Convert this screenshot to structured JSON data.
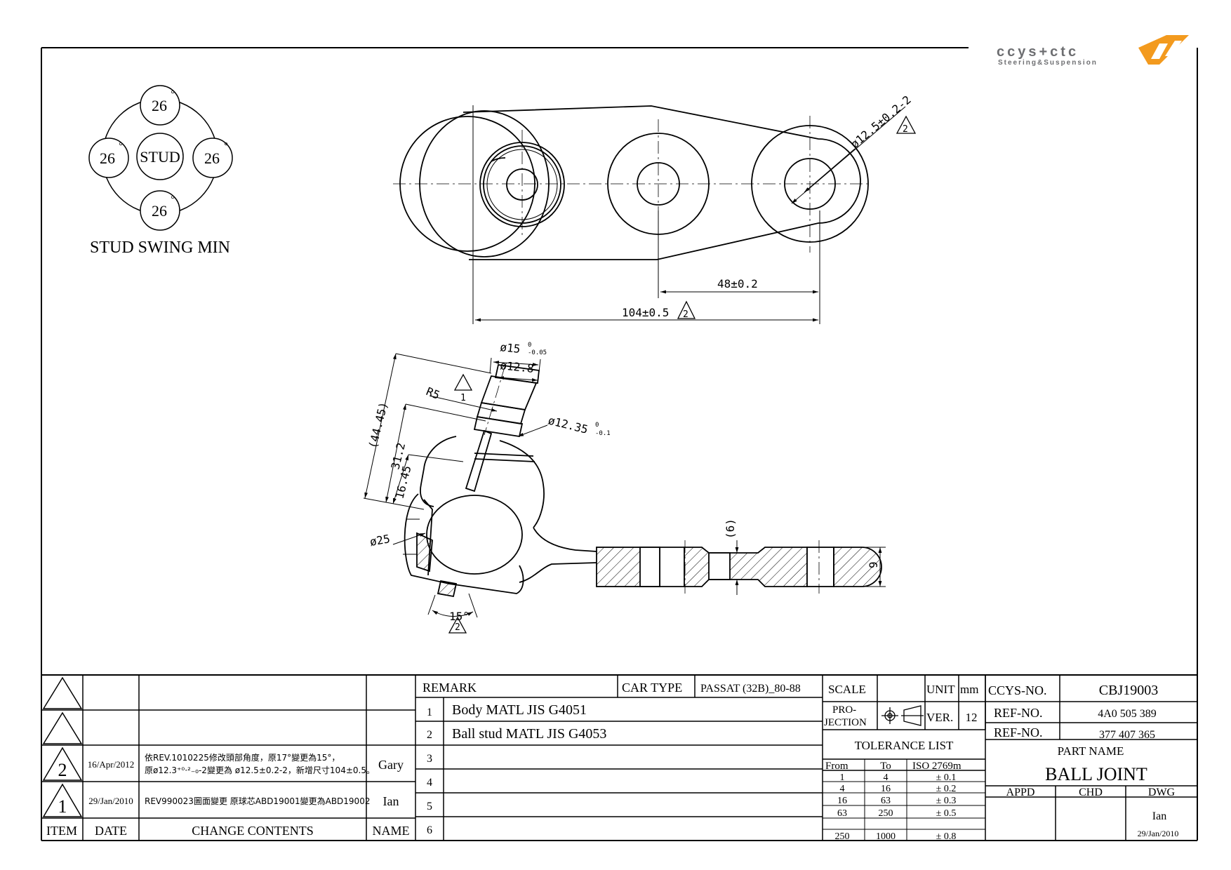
{
  "logo": {
    "brand": "ccys+ctc",
    "tagline": "Steering&Suspension",
    "accent_color": "#f39a1e"
  },
  "stud_swing": {
    "title": "STUD SWING MIN",
    "center": "STUD",
    "top": "26",
    "left": "26",
    "right": "26",
    "bottom": "26",
    "deg": "°"
  },
  "top_view": {
    "dia_hole": "ø12.5±0.2-2",
    "dim_48": "48±0.2",
    "dim_104": "104±0.5",
    "rev_mark": "2"
  },
  "side_view": {
    "dia15": "ø15",
    "dia15_tol_upper": "0",
    "dia15_tol_lower": "-0.05",
    "dia12_8": "ø12.8",
    "r5": "R5",
    "r5_rev": "1",
    "dia12_35": "ø12.35",
    "dia12_35_tol_upper": "0",
    "dia12_35_tol_lower": "-0.1",
    "dim_44_45": "(44.45)",
    "dim_31_2": "31.2",
    "dim_16_45": "16.45",
    "dia25": "ø25",
    "dim_6": "(6)",
    "dim_9": "9",
    "angle15": "15°",
    "angle_rev": "2"
  },
  "revision_table": {
    "headers": {
      "item": "ITEM",
      "date": "DATE",
      "contents": "CHANGE CONTENTS",
      "name": "NAME"
    },
    "rows": [
      {
        "item": "",
        "date": "",
        "contents_1": "",
        "contents_2": "",
        "name": ""
      },
      {
        "item": "",
        "date": "",
        "contents_1": "",
        "contents_2": "",
        "name": ""
      },
      {
        "item": "2",
        "date": "16/Apr/2012",
        "contents_1": "依REV.1010225修改頭部角度，原17°變更為15°，",
        "contents_2": "原ø12.3⁺⁰·²₋₀-2變更為 ø12.5±0.2-2，新增尺寸104±0.5。",
        "name": "Gary"
      },
      {
        "item": "1",
        "date": "29/Jan/2010",
        "contents_1": "REV990023圖面變更 原球芯ABD19001變更為ABD19002",
        "contents_2": "",
        "name": "Ian"
      }
    ]
  },
  "remark": {
    "label": "REMARK",
    "car_type_label": "CAR TYPE",
    "car_type": "PASSAT (32B)_80-88",
    "rows": [
      {
        "no": "1",
        "text": "Body MATL JIS G4051"
      },
      {
        "no": "2",
        "text": "Ball stud MATL JIS G4053"
      },
      {
        "no": "3",
        "text": ""
      },
      {
        "no": "4",
        "text": ""
      },
      {
        "no": "5",
        "text": ""
      },
      {
        "no": "6",
        "text": ""
      }
    ]
  },
  "spec": {
    "scale_label": "SCALE",
    "scale": "",
    "unit_label": "UNIT",
    "unit": "mm",
    "projection_label_1": "PRO-",
    "projection_label_2": "JECTION",
    "ver_label": "VER.",
    "ver": "12",
    "tolerance_title": "TOLERANCE LIST",
    "tol_headers": [
      "From",
      "To",
      "ISO 2769m"
    ],
    "tol_rows": [
      [
        "1",
        "4",
        "± 0.1"
      ],
      [
        "4",
        "16",
        "± 0.2"
      ],
      [
        "16",
        "63",
        "± 0.3"
      ],
      [
        "63",
        "250",
        "± 0.5"
      ],
      [
        "250",
        "1000",
        "± 0.8"
      ]
    ]
  },
  "part": {
    "ccys_label": "CCYS-NO.",
    "ccys_no": "CBJ19003",
    "ref1_label": "REF-NO.",
    "ref1": "4A0 505 389",
    "ref2_label": "REF-NO.",
    "ref2": "377 407 365",
    "part_name_label": "PART NAME",
    "part_name": "BALL JOINT",
    "appd_label": "APPD",
    "chd_label": "CHD",
    "dwg_label": "DWG",
    "appd": "",
    "chd": "",
    "dwg": "Ian",
    "date": "29/Jan/2010"
  }
}
